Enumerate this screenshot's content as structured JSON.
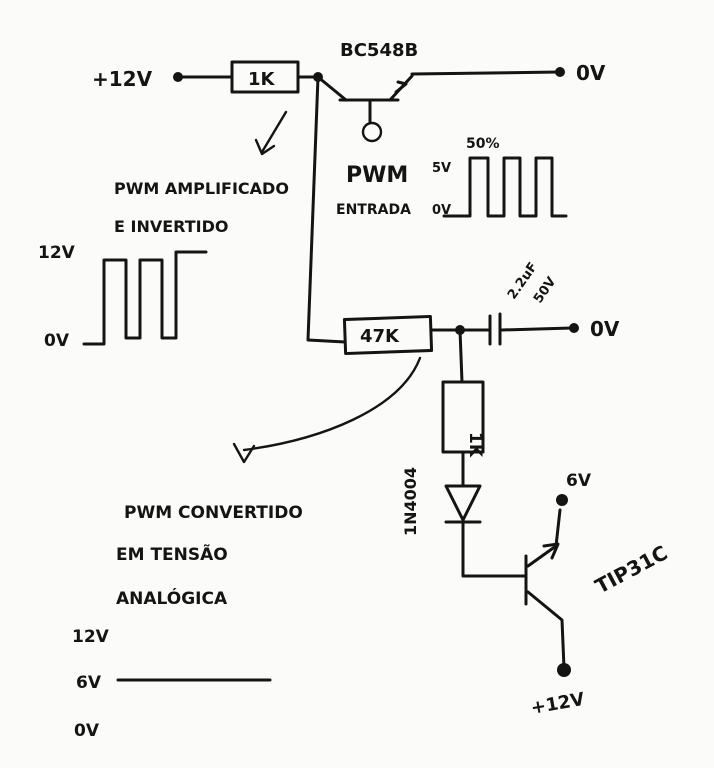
{
  "supply_top": "+12V",
  "resistor_top": "1K",
  "transistor_top": "BC548B",
  "ground_top": "0V",
  "pwm_input_label_1": "PWM",
  "pwm_input_label_2": "ENTRADA",
  "pwm_input_duty": "50%",
  "pwm_input_high": "5V",
  "pwm_input_low": "0V",
  "amp_label_1": "PWM AMPLIFICADO",
  "amp_label_2": "E INVERTIDO",
  "amp_high": "12V",
  "amp_low": "0V",
  "resistor_mid": "47K",
  "capacitor_1": "2.2uF",
  "capacitor_2": "50V",
  "ground_mid": "0V",
  "resistor_low": "1K",
  "diode": "1N4004",
  "transistor_out": "TIP31C",
  "out_top": "6V",
  "out_bottom": "+12V",
  "conv_label_1": "PWM CONVERTIDO",
  "conv_label_2": "EM TENSÃO",
  "conv_label_3": "ANALÓGICA",
  "level_12": "12V",
  "level_6": "6V",
  "level_0": "0V"
}
